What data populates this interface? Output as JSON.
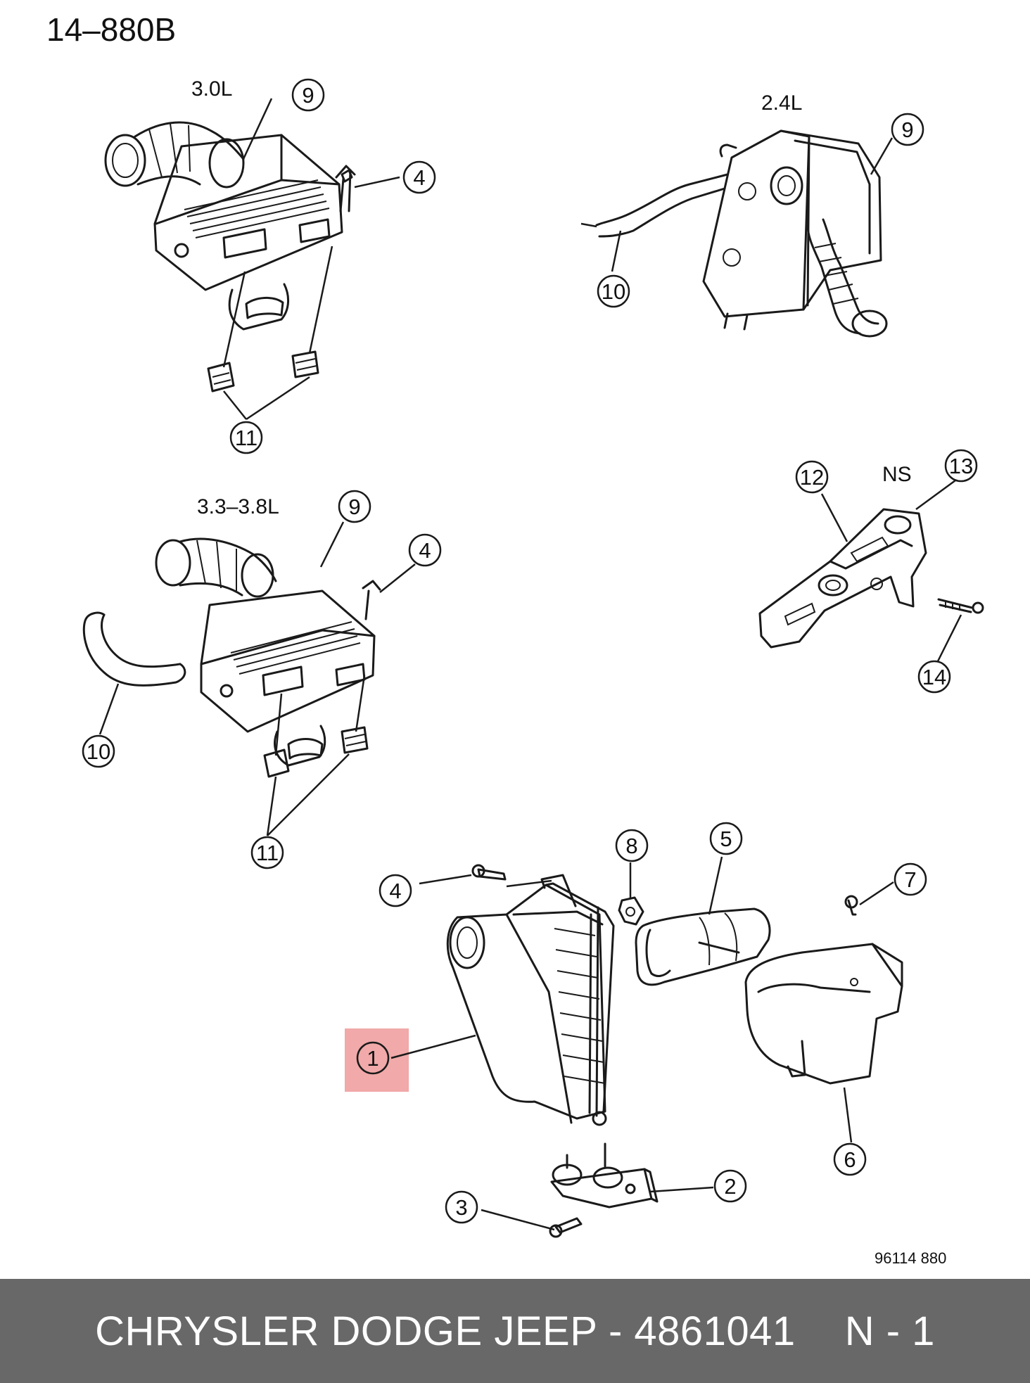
{
  "diagram": {
    "figure_id": "14–880B",
    "ref_code": "96114  880",
    "engine_labels": [
      "3.0L",
      "2.4L",
      "3.3–3.8L",
      "NS"
    ],
    "callouts": [
      "9",
      "4",
      "11",
      "9",
      "10",
      "9",
      "4",
      "10",
      "11",
      "12",
      "13",
      "14",
      "8",
      "5",
      "4",
      "7",
      "1",
      "6",
      "2",
      "3"
    ],
    "highlighted_callout": "1",
    "highlight_color": "#f0a0a0"
  },
  "footer": {
    "part_text": "CHRYSLER DODGE JEEP - 4861041",
    "position_text": "N - 1",
    "background": "#686868"
  }
}
